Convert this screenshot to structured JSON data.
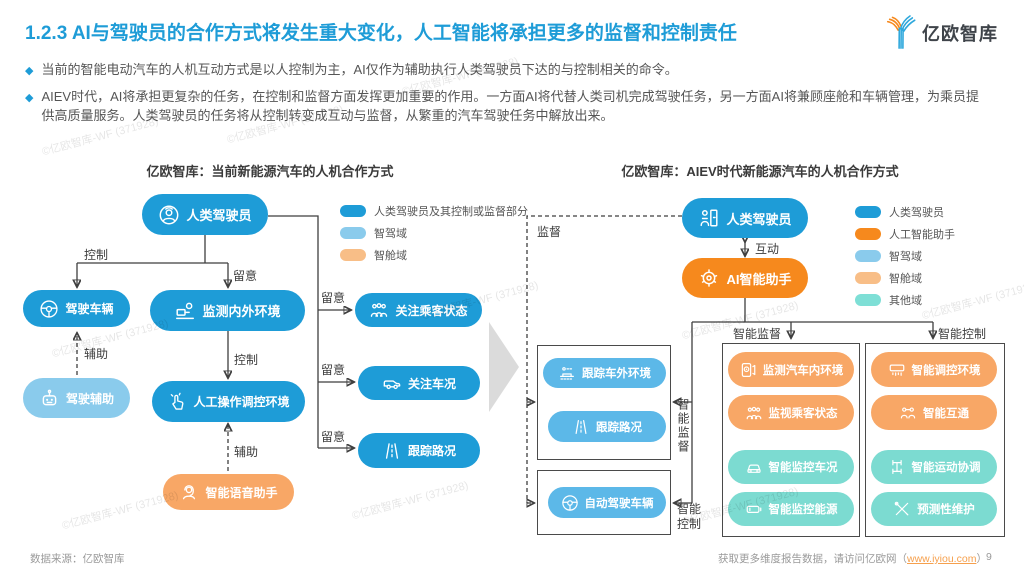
{
  "page": {
    "title": "1.2.3 AI与驾驶员的合作方式将发生重大变化，人工智能将承担更多的监督和控制责任",
    "logo_text": "亿欧智库",
    "bullets": [
      "当前的智能电动汽车的人机互动方式是以人控制为主，AI仅作为辅助执行人类驾驶员下达的与控制相关的命令。",
      "AIEV时代，AI将承担更复杂的任务，在控制和监督方面发挥更加重要的作用。一方面AI将代替人类司机完成驾驶任务，另一方面AI将兼顾座舱和车辆管理，为乘员提供高质量服务。人类驾驶员的任务将从控制转变成互动与监督，从繁重的汽车驾驶任务中解放出来。"
    ],
    "watermark": "©亿欧智库-WF (371928)"
  },
  "left_diagram": {
    "title": "亿欧智库：当前新能源汽车的人机合作方式",
    "legend": [
      {
        "label": "人类驾驶员及其控制或监督部分",
        "color": "#1E9CD7"
      },
      {
        "label": "智驾域",
        "color": "#8ACBEC"
      },
      {
        "label": "智舱域",
        "color": "#F8BE87"
      }
    ],
    "nodes": {
      "human_driver": "人类驾驶员",
      "drive_vehicle": "驾驶车辆",
      "monitor_env": "监测内外环境",
      "drive_assist": "驾驶辅助",
      "manual_control": "人工操作调控环境",
      "voice_assist": "智能语音助手",
      "passenger_status": "关注乘客状态",
      "vehicle_status": "关注车况",
      "track_road": "跟踪路况"
    },
    "edge_labels": {
      "control": "控制",
      "notice": "留意",
      "assist": "辅助"
    }
  },
  "right_diagram": {
    "title": "亿欧智库：AIEV时代新能源汽车的人机合作方式",
    "legend": [
      {
        "label": "人类驾驶员",
        "color": "#1E9CD7"
      },
      {
        "label": "人工智能助手",
        "color": "#F6891D"
      },
      {
        "label": "智驾域",
        "color": "#8ACBEC"
      },
      {
        "label": "智舱域",
        "color": "#F8BE87"
      },
      {
        "label": "其他域",
        "color": "#7EDFD6"
      }
    ],
    "nodes": {
      "human_driver": "人类驾驶员",
      "ai_assistant": "AI智能助手"
    },
    "edge_labels": {
      "supervise": "监督",
      "interact": "互动",
      "smart_supervise": "智能监督",
      "smart_control": "智能控制"
    },
    "supervise_box": [
      "跟踪车外环境",
      "跟踪路况"
    ],
    "control_box": [
      "自动驾驶车辆"
    ],
    "smart_supervise_column": [
      "监测汽车内环境",
      "监视乘客状态",
      "智能监控车况",
      "智能监控能源"
    ],
    "smart_control_column": [
      "智能调控环境",
      "智能互通",
      "智能运动协调",
      "预测性维护"
    ]
  },
  "footer": {
    "source": "数据来源：亿欧智库",
    "more_prefix": "获取更多维度报告数据，请访问亿欧网（",
    "link": "www.iyiou.com",
    "more_suffix": "）",
    "page": "9"
  },
  "colors": {
    "primary_blue": "#1E9CD7",
    "light_blue": "#5CB8E8",
    "soft_blue": "#8ACBEC",
    "orange": "#F6891D",
    "light_orange": "#F8A766",
    "teal": "#7CDBD1"
  }
}
